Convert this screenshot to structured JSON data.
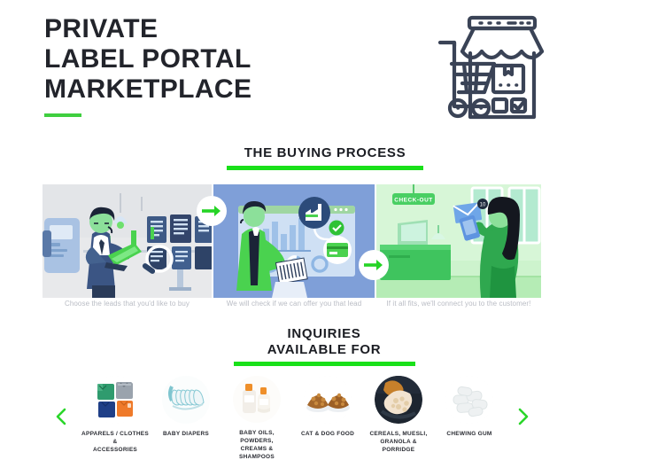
{
  "hero": {
    "title": "PRIVATE\nLABEL PORTAL\nMARKETPLACE",
    "icon": "storefront-shopping-cart-icon",
    "accent": "#3fcf3f"
  },
  "buying_process": {
    "heading": "THE BUYING PROCESS",
    "accent_bar": "#19e019",
    "steps": [
      {
        "caption": "Choose the leads that you'd like to buy",
        "illustration": "businessman-with-laptop-servers",
        "background": "#e8e9eb"
      },
      {
        "caption": "We will check if we can offer you that lead",
        "illustration": "person-green-coat-documents-dashboard",
        "background": "#7f9fd8"
      },
      {
        "caption": "If it all fits, we'll connect you to the customer!",
        "illustration": "woman-with-phone-at-checkout-counter",
        "background": "#cdf3cd"
      }
    ],
    "arrows": [
      {
        "name": "step-arrow-1",
        "glyph": "→"
      },
      {
        "name": "step-arrow-2",
        "glyph": "→"
      }
    ],
    "checkout_sign": "CHECK-OUT"
  },
  "inquiries": {
    "heading": "INQUIRIES\nAVAILABLE FOR",
    "accent_bar": "#19e019",
    "prev_arrow": "‹",
    "next_arrow": "›",
    "categories": [
      {
        "label": "APPARELS / CLOTHES &\nACCESSORIES",
        "thumb": "folded-shirts-icon"
      },
      {
        "label": "BABY DIAPERS",
        "thumb": "stacked-diapers-icon"
      },
      {
        "label": "BABY OILS, POWDERS,\nCREAMS & SHAMPOOS",
        "thumb": "lotion-bottles-icon"
      },
      {
        "label": "CAT & DOG FOOD",
        "thumb": "pet-food-bowls-icon"
      },
      {
        "label": "CEREALS, MUESLI,\nGRANOLA & PORRIDGE",
        "thumb": "cereal-bowl-icon"
      },
      {
        "label": "CHEWING GUM",
        "thumb": "chewing-gum-pieces-icon"
      }
    ]
  }
}
